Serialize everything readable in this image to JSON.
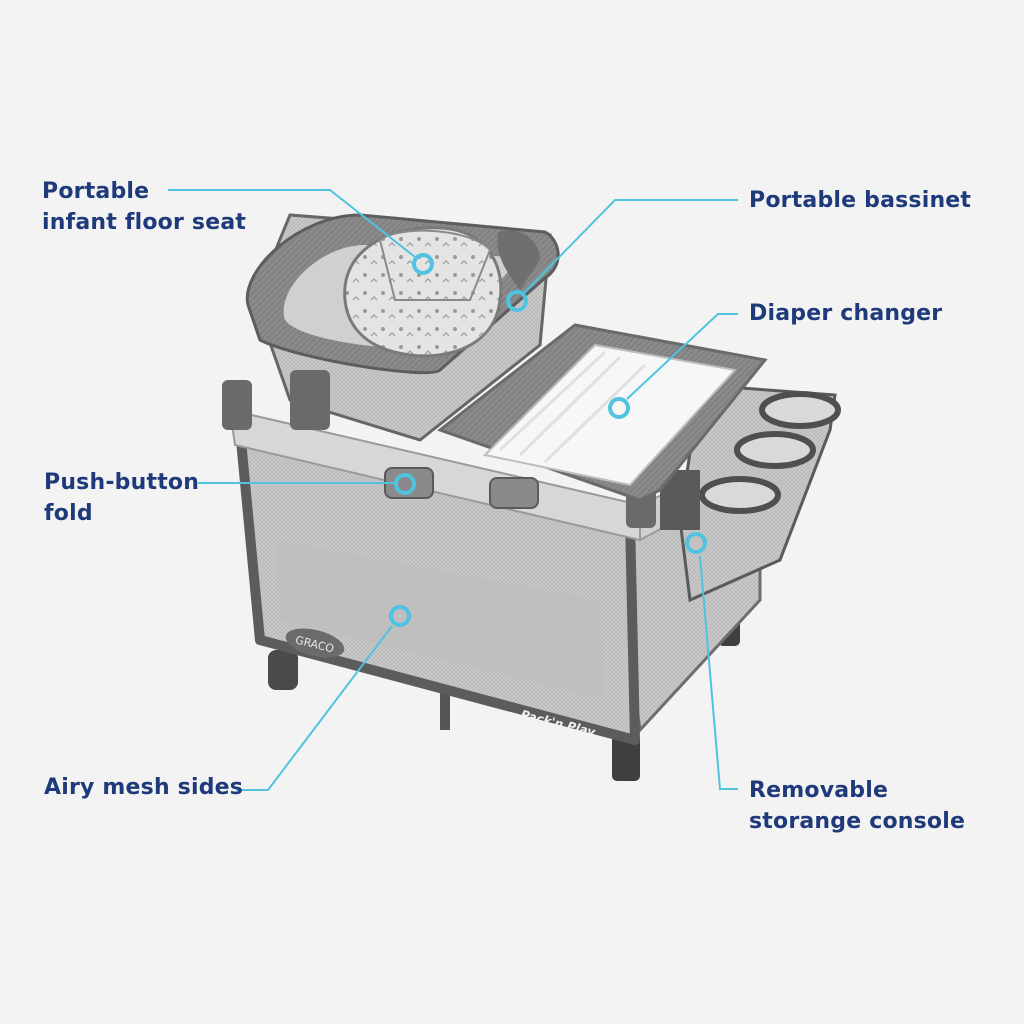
{
  "callouts": {
    "floor_seat": {
      "line1": "Portable",
      "line2": "infant floor seat"
    },
    "bassinet": {
      "line1": "Portable bassinet"
    },
    "changer": {
      "line1": "Diaper changer"
    },
    "push_fold": {
      "line1": "Push-button",
      "line2": "fold"
    },
    "mesh": {
      "line1": "Airy mesh sides"
    },
    "console": {
      "line1": "Removable",
      "line2": "storange console"
    }
  },
  "brand": {
    "logo": "GRACO",
    "product_mark": "Pack'n Play"
  },
  "colors": {
    "label": "#1f3a7a",
    "callout": "#4fc3e0",
    "background": "#f3f3f3"
  }
}
